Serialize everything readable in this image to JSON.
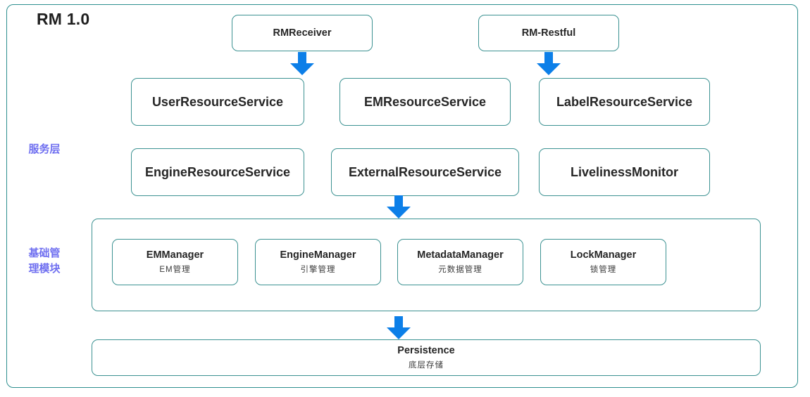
{
  "diagram": {
    "title": "RM 1.0",
    "type": "layered-architecture",
    "colors": {
      "frame_border": "#2e8f8f",
      "node_border": "#3c9292",
      "arrow": "#0c7fe8",
      "layer_label": "#6f6ff0",
      "node_text": "#262626",
      "background": "#ffffff"
    }
  },
  "layer_labels": [
    {
      "id": "service-layer",
      "text": "服务层"
    },
    {
      "id": "base-management-modules",
      "text": "基础管\n理模块"
    }
  ],
  "entry_nodes": [
    {
      "id": "rm-receiver",
      "label": "RMReceiver"
    },
    {
      "id": "rm-restful",
      "label": "RM-Restful"
    }
  ],
  "service_nodes": [
    {
      "id": "user-resource-service",
      "label": "UserResourceService"
    },
    {
      "id": "em-resource-service",
      "label": "EMResourceService"
    },
    {
      "id": "label-resource-service",
      "label": "LabelResourceService"
    },
    {
      "id": "engine-resource-service",
      "label": "EngineResourceService"
    },
    {
      "id": "external-resource-service",
      "label": "ExternalResourceService"
    },
    {
      "id": "liveliness-monitor",
      "label": "LivelinessMonitor"
    }
  ],
  "manager_nodes": [
    {
      "id": "em-manager",
      "label_en": "EMManager",
      "label_cn": "EM管理"
    },
    {
      "id": "engine-manager",
      "label_en": "EngineManager",
      "label_cn": "引擎管理"
    },
    {
      "id": "metadata-manager",
      "label_en": "MetadataManager",
      "label_cn": "元数据管理"
    },
    {
      "id": "lock-manager",
      "label_en": "LockManager",
      "label_cn": "锁管理"
    }
  ],
  "persistence_node": {
    "id": "persistence",
    "label_en": "Persistence",
    "label_cn": "底层存储"
  },
  "arrows": [
    {
      "id": "arrow-rmreceiver-to-userresourceservice",
      "from": "rm-receiver",
      "to": "user-resource-service",
      "direction": "down"
    },
    {
      "id": "arrow-rmrestful-to-labelresourceservice",
      "from": "rm-restful",
      "to": "label-resource-service",
      "direction": "down"
    },
    {
      "id": "arrow-externalresourceservice-to-managers",
      "from": "external-resource-service",
      "to": "base-management-modules",
      "direction": "down"
    },
    {
      "id": "arrow-managers-to-persistence",
      "from": "base-management-modules",
      "to": "persistence",
      "direction": "down"
    }
  ]
}
